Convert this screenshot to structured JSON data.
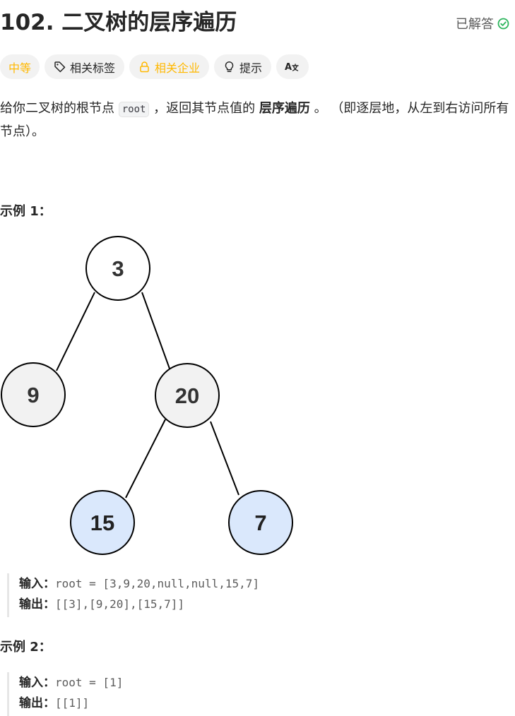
{
  "problem": {
    "title": "102. 二叉树的层序遍历",
    "status": "已解答"
  },
  "tags": {
    "difficulty": "中等",
    "topics": "相关标签",
    "companies": "相关企业",
    "hint": "提示",
    "translate": "A文"
  },
  "description": {
    "part1": "给你二叉树的根节点 ",
    "code": "root",
    "part2": " ，返回其节点值的 ",
    "bold": "层序遍历",
    "part3": " 。 （即逐层地，从左到右访问所有节点）。"
  },
  "example1": {
    "title": "示例 1：",
    "input_label": "输入：",
    "input_value": "root = [3,9,20,null,null,15,7]",
    "output_label": "输出：",
    "output_value": "[[3],[9,20],[15,7]]",
    "tree": {
      "nodes": [
        {
          "id": "n3",
          "label": "3",
          "fill": "#ffffff"
        },
        {
          "id": "n9",
          "label": "9",
          "fill": "#f2f2f2"
        },
        {
          "id": "n20",
          "label": "20",
          "fill": "#f2f2f2"
        },
        {
          "id": "n15",
          "label": "15",
          "fill": "#dae8fc"
        },
        {
          "id": "n7",
          "label": "7",
          "fill": "#dae8fc"
        }
      ]
    }
  },
  "example2": {
    "title": "示例 2：",
    "input_label": "输入：",
    "input_value": "root = [1]",
    "output_label": "输出：",
    "output_value": "[[1]]"
  },
  "colors": {
    "accent_success": "#2db55d",
    "difficulty_medium": "#ffb800",
    "tag_bg": "#f2f2f2"
  }
}
